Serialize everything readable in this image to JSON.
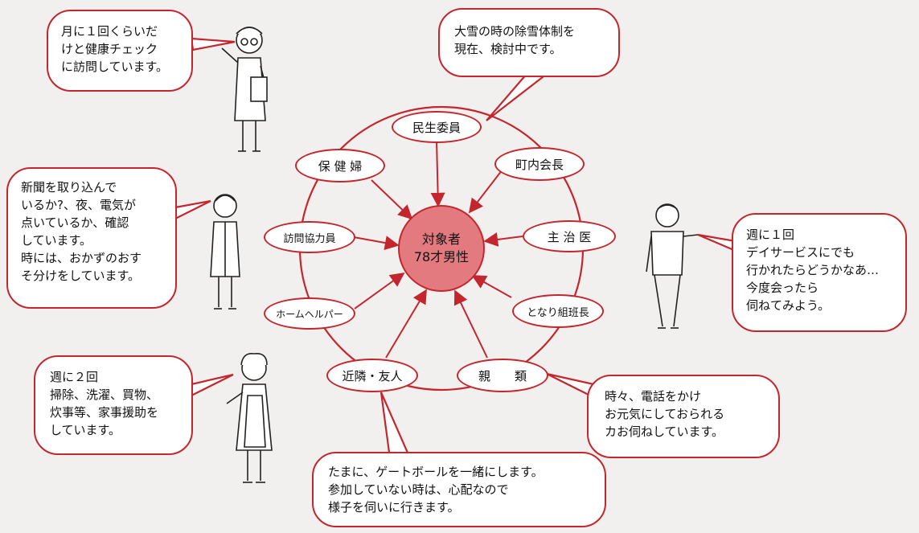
{
  "center": {
    "line1": "対象者",
    "line2": "78才男性"
  },
  "nodes": {
    "minsei": "民生委員",
    "chonai": "町内会長",
    "shuji": "主 治 医",
    "tonari": "となり組班長",
    "shinrui": "親　　類",
    "kinrin": "近隣・友人",
    "homehelper": "ホームヘルパー",
    "houmon": "訪問協力員",
    "hokenfu": "保 健 婦"
  },
  "bubbles": {
    "hokenfu": [
      "月に１回くらいだ",
      "けと健康チェック",
      "に訪問しています。"
    ],
    "minsei": [
      "大雪の時の除雪体制を",
      "現在、検討中です。"
    ],
    "houmon": [
      "新聞を取り込んで",
      "いるか?、夜、電気が",
      "点いているか、確認",
      "しています。",
      "時には、おかずのおす",
      "そ分けをしています。"
    ],
    "shuji": [
      "週に１回",
      "デイサービスにでも",
      "行かれたらどうかなあ…",
      "今度会ったら",
      "伺ねてみよう。"
    ],
    "homehelper": [
      "週に２回",
      "掃除、洗濯、買物、",
      "炊事等、家事援助を",
      "しています。"
    ],
    "shinrui": [
      "時々、電話をかけ",
      "お元気にしておられる",
      "カお伺ねしています。"
    ],
    "kinrin": [
      "たまに、ゲートボールを一緒にします。",
      "参加していない時は、心配なので",
      "様子を伺いに行きます。"
    ]
  },
  "colors": {
    "accent": "#c4262e",
    "center_fill": "#e27a80",
    "background": "#f1f0ee"
  }
}
